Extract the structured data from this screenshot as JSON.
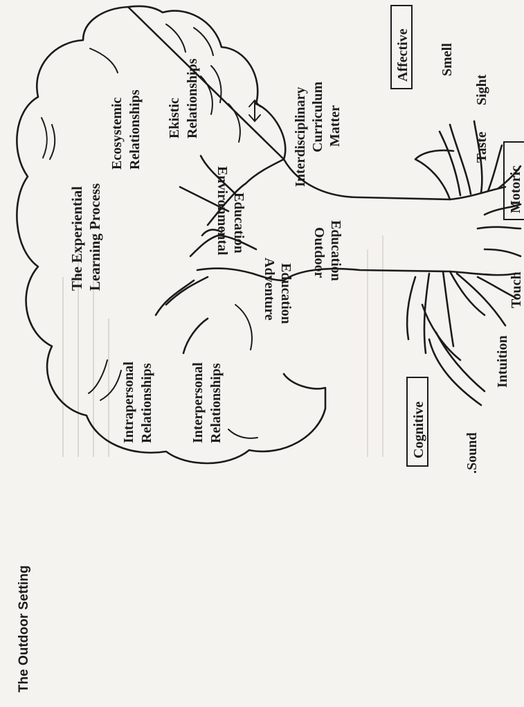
{
  "header": "The Outdoor Setting",
  "canopy_title": [
    "The Experiential",
    "Learning Process"
  ],
  "relationships": {
    "ecosystemic": [
      "Ecosystemic",
      "Relationships"
    ],
    "ekistic": [
      "Ekistic",
      "Relationships"
    ],
    "intrapersonal": [
      "Intrapersonal",
      "Relationships"
    ],
    "interpersonal": [
      "Interpersonal",
      "Relationships"
    ]
  },
  "branches": {
    "environmental": [
      "Environmental",
      "Education"
    ],
    "adventure": [
      "Adventure",
      "Education"
    ]
  },
  "trunk": [
    "Outdoor",
    "Education"
  ],
  "curriculum": [
    "Interdisciplinary",
    "Curriculum",
    "Matter"
  ],
  "domains": {
    "affective": "Affective",
    "motoric": "Motoric",
    "cognitive": "Cognitive"
  },
  "senses": {
    "smell": "Smell",
    "sight": "Sight",
    "taste": "Taste",
    "touch": "Touch",
    "intuition": "Intuition",
    "sound": ".Sound"
  }
}
